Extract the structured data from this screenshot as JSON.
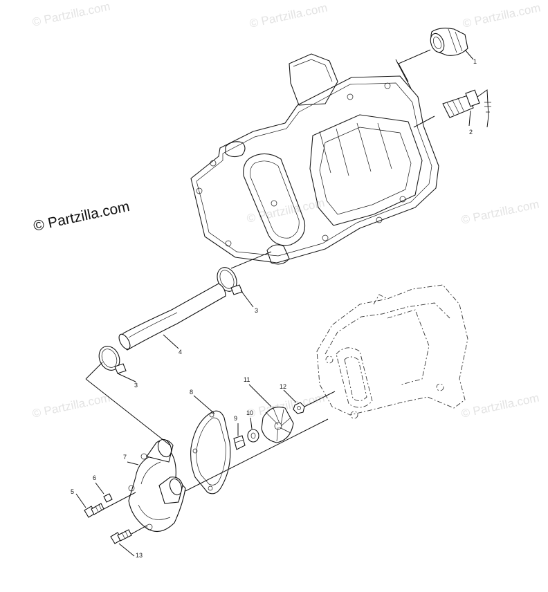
{
  "watermark": {
    "text": "© Partzilla.com",
    "copyright_symbol": "©",
    "brand": "Partzilla.com"
  },
  "parts": [
    {
      "ref": "1"
    },
    {
      "ref": "2"
    },
    {
      "ref": "3"
    },
    {
      "ref": "3"
    },
    {
      "ref": "4"
    },
    {
      "ref": "5"
    },
    {
      "ref": "6"
    },
    {
      "ref": "7"
    },
    {
      "ref": "8"
    },
    {
      "ref": "9"
    },
    {
      "ref": "10"
    },
    {
      "ref": "11"
    },
    {
      "ref": "12"
    },
    {
      "ref": "13"
    }
  ]
}
